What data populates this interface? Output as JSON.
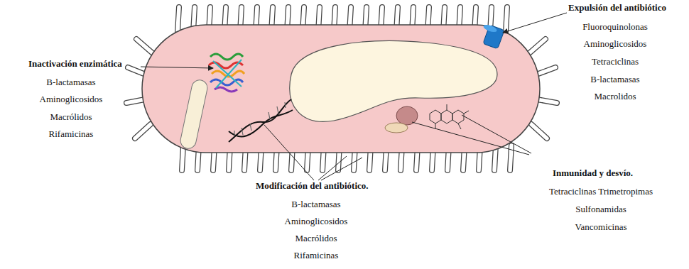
{
  "diagram": {
    "labels": [
      "Inactivación enzimática",
      "B-lactamasas",
      "Aminoglicosidos",
      "Macrólidos",
      "Rifamicinas",
      "Expulsión del antibiótico",
      "Fluoroquinolonas",
      "Aminoglicosidos",
      "Tetraciclinas",
      "B-lactamasas",
      "Macrolidos",
      "Inmunidad y desvío.",
      "Tetraciclinas Trimetropimas",
      "Sulfonamidas",
      "Vancomicinas",
      "Modificación del antibiótico.",
      "B-lactamasas",
      "Aminoglicosidos",
      "Macrólidos",
      "Rifamicinas"
    ]
  }
}
